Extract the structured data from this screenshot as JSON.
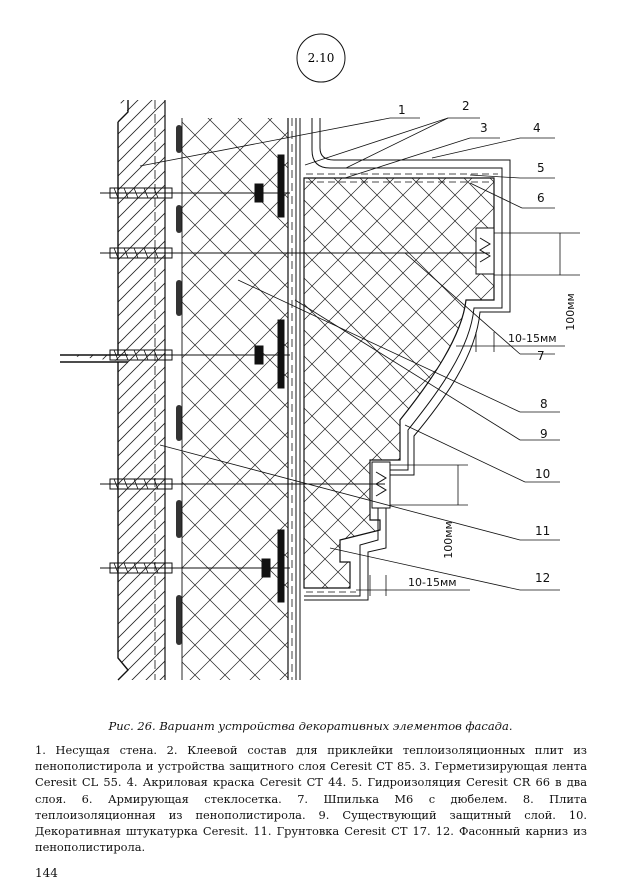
{
  "figure_number": "2.10",
  "labels": [
    "1",
    "2",
    "3",
    "4",
    "5",
    "6",
    "7",
    "8",
    "9",
    "10",
    "11",
    "12"
  ],
  "dimensions": {
    "top_height": "100мм",
    "top_gap": "10-15мм",
    "bottom_height": "100мм",
    "bottom_gap": "10-15мм"
  },
  "caption": "Рис. 26. Вариант устройства декоративных элементов фасада.",
  "legend_text": "1. Несущая стена. 2. Клеевой состав для приклейки теплоизоляционных плит из пенополистирола и устройства защитного слоя  Ceresit CT 85. 3. Герметизирующая лента Ceresit CL 55. 4. Акриловая краска  Ceresit CT 44.  5. Гидроизоляция  Ceresit CR 66 в два слоя. 6. Армирующая стеклосетка. 7. Шпилька М6 с дюбелем. 8. Плита теплоизоляционная из пенополистирола. 9. Существующий защитный слой. 10. Декоративная штукатурка Ceresit. 11. Грунтовка Ceresit CT 17. 12. Фасонный карниз из пенополистирола.",
  "page_number": "144"
}
